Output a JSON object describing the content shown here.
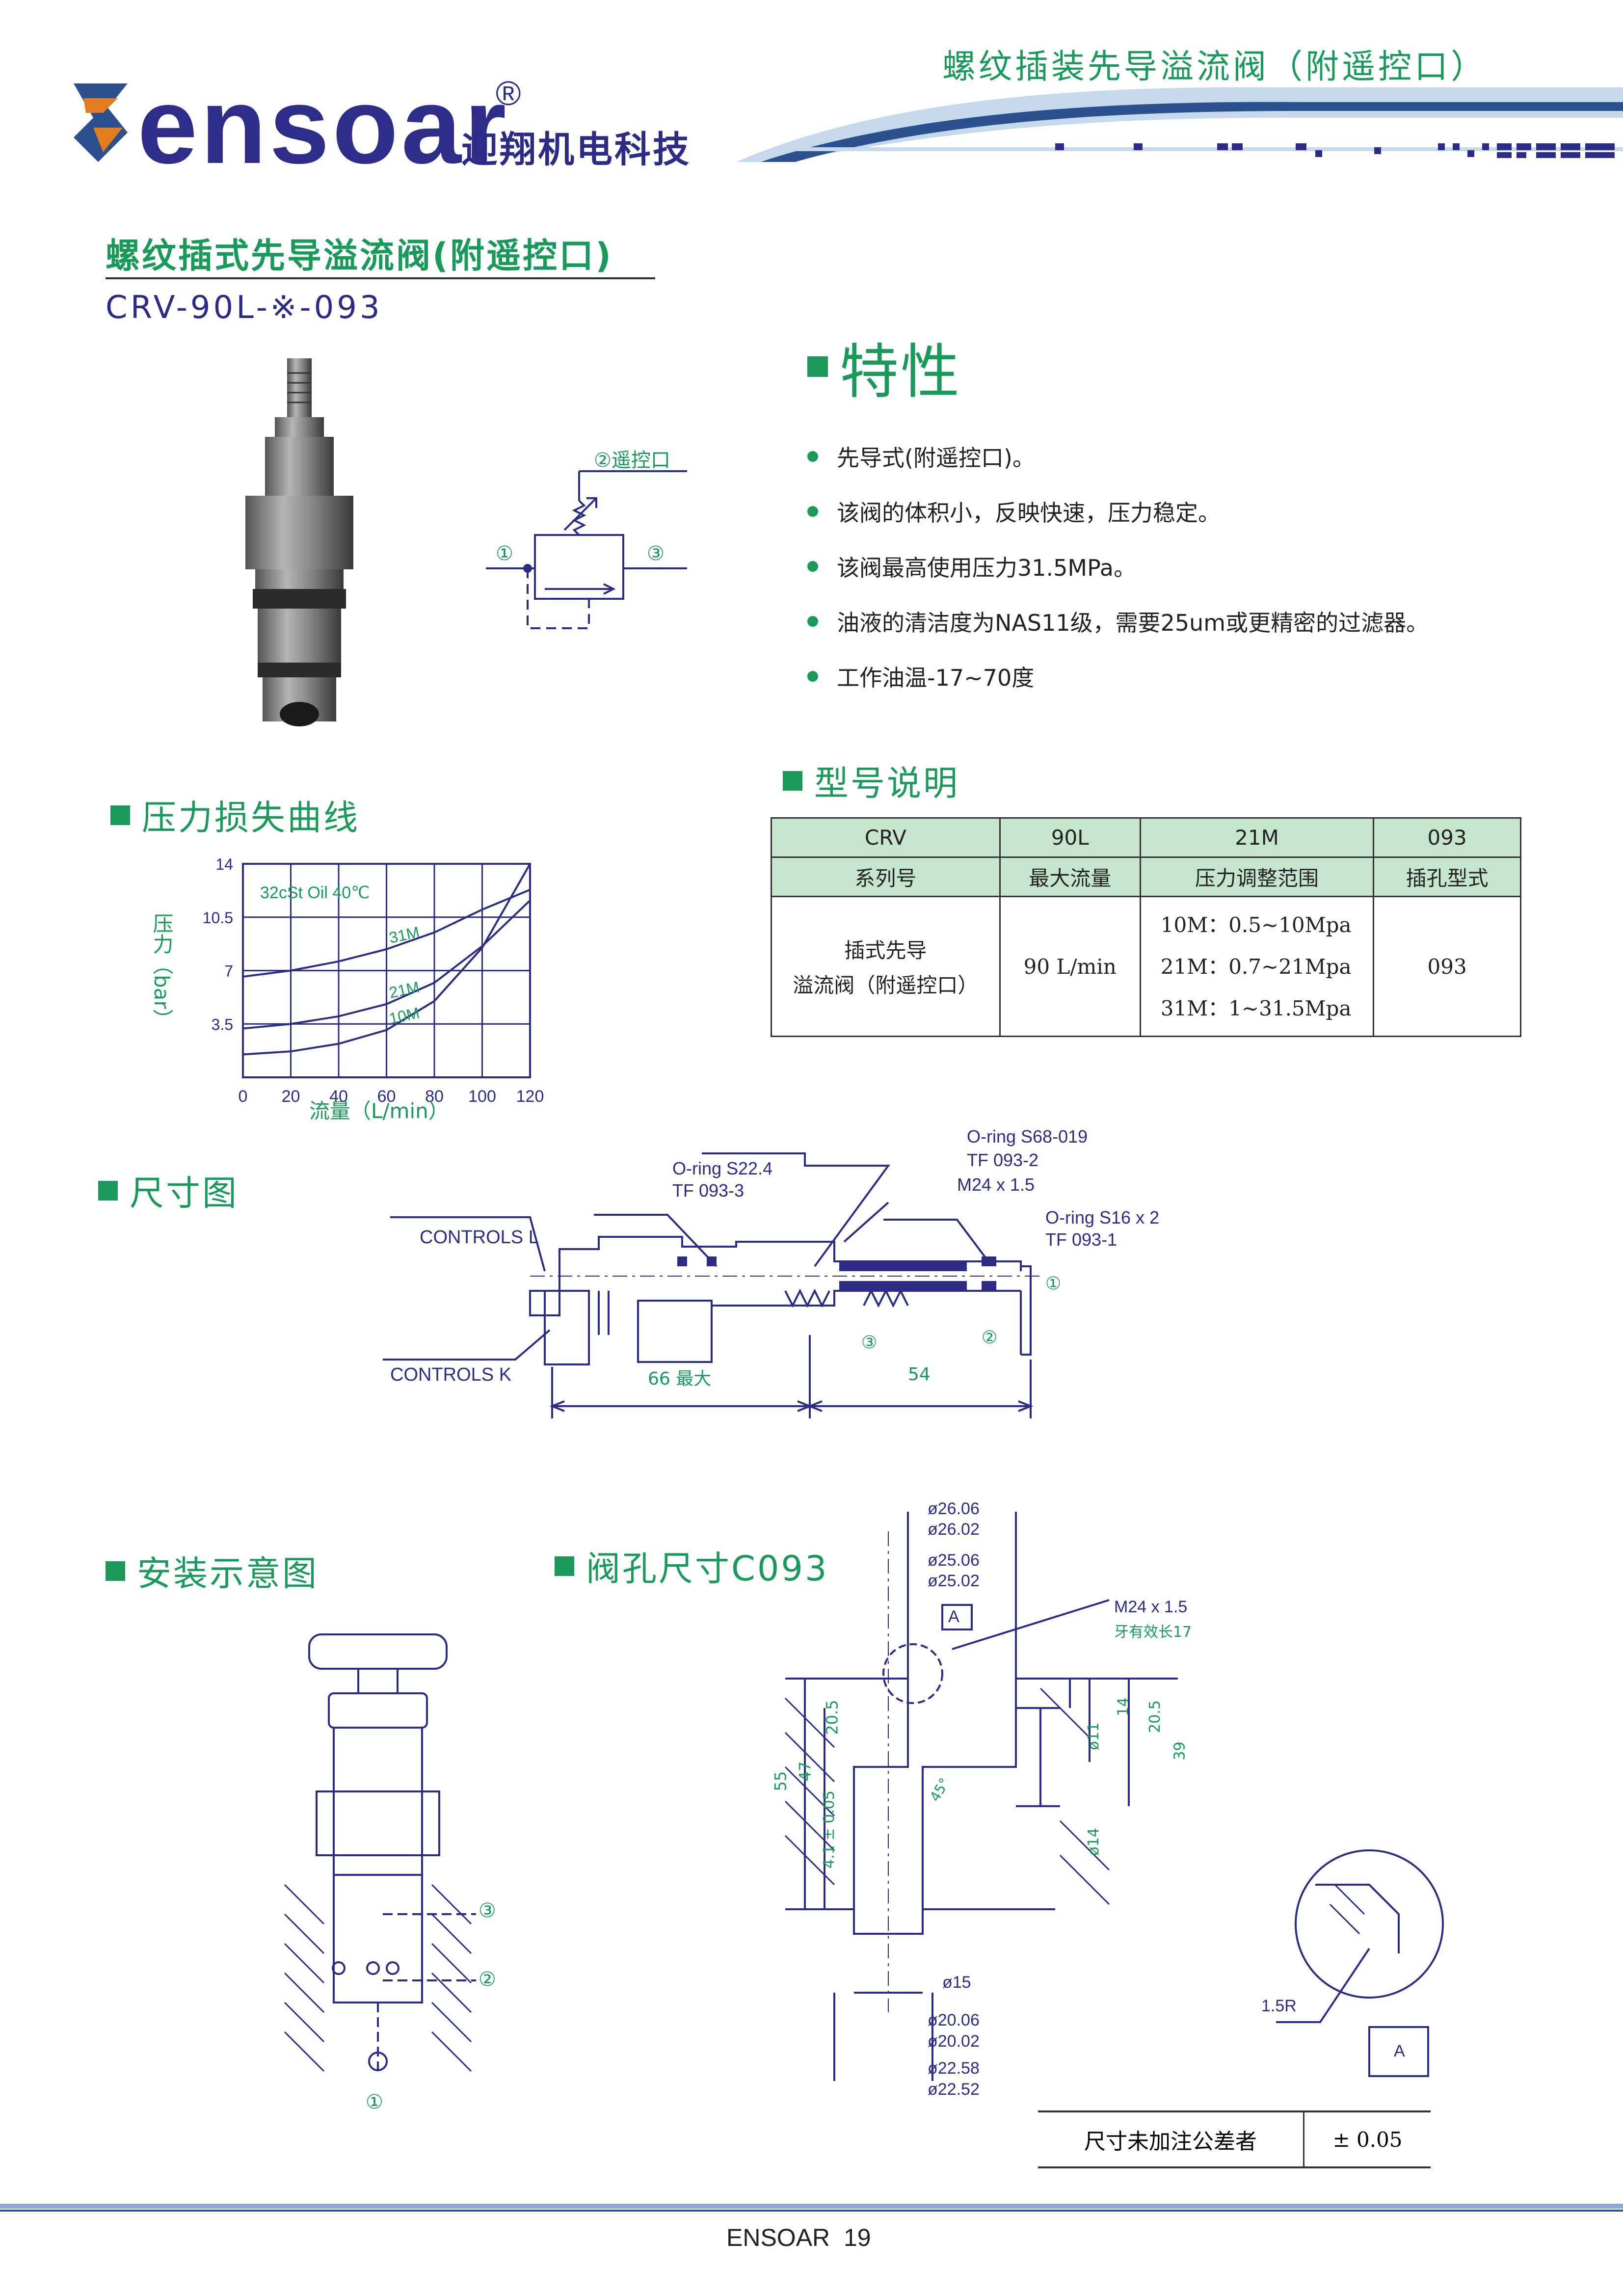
{
  "header": {
    "brand": "ensoar",
    "registered": "®",
    "company": "迎翔机电科技",
    "page_title": "螺纹插装先导溢流阀（附遥控口）"
  },
  "product": {
    "name": "螺纹插式先导溢流阀(附遥控口)",
    "model": "CRV-90L-※-093"
  },
  "symbol": {
    "port2": "②遥控口",
    "port1": "①",
    "port3": "③"
  },
  "features": {
    "title": "特性",
    "items": [
      "先导式(附遥控口)。",
      "该阀的体积小，反映快速，压力稳定。",
      "该阀最高使用压力31.5MPa。",
      "油液的清洁度为NAS11级，需要25um或更精密的过滤器。",
      "工作油温-17~70度"
    ]
  },
  "model_desc": {
    "title": "型号说明",
    "codes": [
      "CRV",
      "90L",
      "21M",
      "093"
    ],
    "headers": [
      "系列号",
      "最大流量",
      "压力调整范围",
      "插孔型式"
    ],
    "row": {
      "series_l1": "插式先导",
      "series_l2": "溢流阀（附遥控口）",
      "flow": "90 L/min",
      "ranges": [
        "10M：0.5~10Mpa",
        "21M：0.7~21Mpa",
        "31M：1~31.5Mpa"
      ],
      "cavity": "093"
    }
  },
  "pressure_curve": {
    "title": "压力损失曲线"
  },
  "chart_data": {
    "type": "line",
    "title": "",
    "annotation": "32cSt Oil 40℃",
    "xlabel": "流量（L/min）",
    "ylabel": "压力（bar）",
    "x_ticks": [
      "0",
      "20",
      "40",
      "60",
      "80",
      "100",
      "120"
    ],
    "y_ticks": [
      "3.5",
      "7",
      "10.5",
      "14"
    ],
    "xlim": [
      0,
      120
    ],
    "ylim": [
      0,
      14
    ],
    "grid": true,
    "series": [
      {
        "name": "31M",
        "x": [
          0,
          20,
          40,
          60,
          80,
          100,
          120
        ],
        "y": [
          6.6,
          7.0,
          7.6,
          8.4,
          9.5,
          11.0,
          12.3
        ]
      },
      {
        "name": "21M",
        "x": [
          0,
          20,
          40,
          60,
          80,
          100,
          120
        ],
        "y": [
          3.2,
          3.5,
          4.0,
          4.8,
          6.2,
          8.6,
          11.6
        ]
      },
      {
        "name": "10M",
        "x": [
          0,
          20,
          40,
          60,
          80,
          100,
          120
        ],
        "y": [
          1.5,
          1.7,
          2.2,
          3.1,
          5.0,
          8.5,
          14.0
        ]
      }
    ]
  },
  "dimension": {
    "title": "尺寸图",
    "labels": {
      "controls_l": "CONTROLS L",
      "controls_k": "CONTROLS K",
      "oring1": "O-ring S22.4",
      "tf1": "TF 093-3",
      "oring2": "O-ring S68-019",
      "tf2": "TF 093-2",
      "thread": "M24 x 1.5",
      "oring3": "O-ring S16 x 2",
      "tf3": "TF 093-1",
      "dim66": "66 最大",
      "dim54": "54",
      "p1": "①",
      "p2": "②",
      "p3": "③"
    }
  },
  "install": {
    "title": "安装示意图",
    "p1": "①",
    "p2": "②",
    "p3": "③"
  },
  "cavity": {
    "title": "阀孔尺寸C093",
    "d2606": "ø26.06",
    "d2602": "ø26.02",
    "d2506": "ø25.06",
    "d2502": "ø25.02",
    "datum": "A",
    "thread": "M24 x 1.5",
    "thread_len": "牙有效长17",
    "h205a": "20.5",
    "h47": "47",
    "h55": "55",
    "h41": "4.1 ± 0.05",
    "d11": "ø11",
    "h14": "14",
    "h205b": "20.5",
    "h39": "39",
    "d14": "ø14",
    "angle": "45°",
    "d15": "ø15",
    "d2006": "ø20.06",
    "d2002": "ø20.02",
    "d2258": "ø22.58",
    "d2252": "ø22.52",
    "radius": "1.5R"
  },
  "tolerance": {
    "label": "尺寸未加注公差者",
    "value": "± 0.05"
  },
  "footer": {
    "text": "ENSOAR  19"
  }
}
